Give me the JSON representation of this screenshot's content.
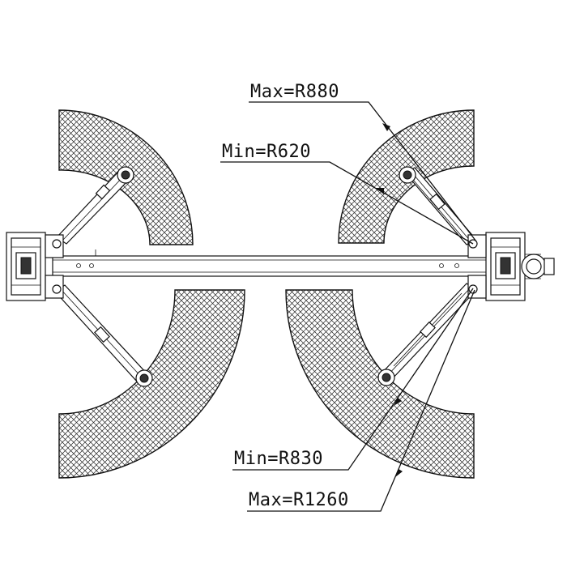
{
  "annotations": {
    "upper_max": "Max=R880",
    "upper_min": "Min=R620",
    "lower_min": "Min=R830",
    "lower_max": "Max=R1260"
  },
  "colors": {
    "line": "#111111",
    "background": "#ffffff"
  }
}
